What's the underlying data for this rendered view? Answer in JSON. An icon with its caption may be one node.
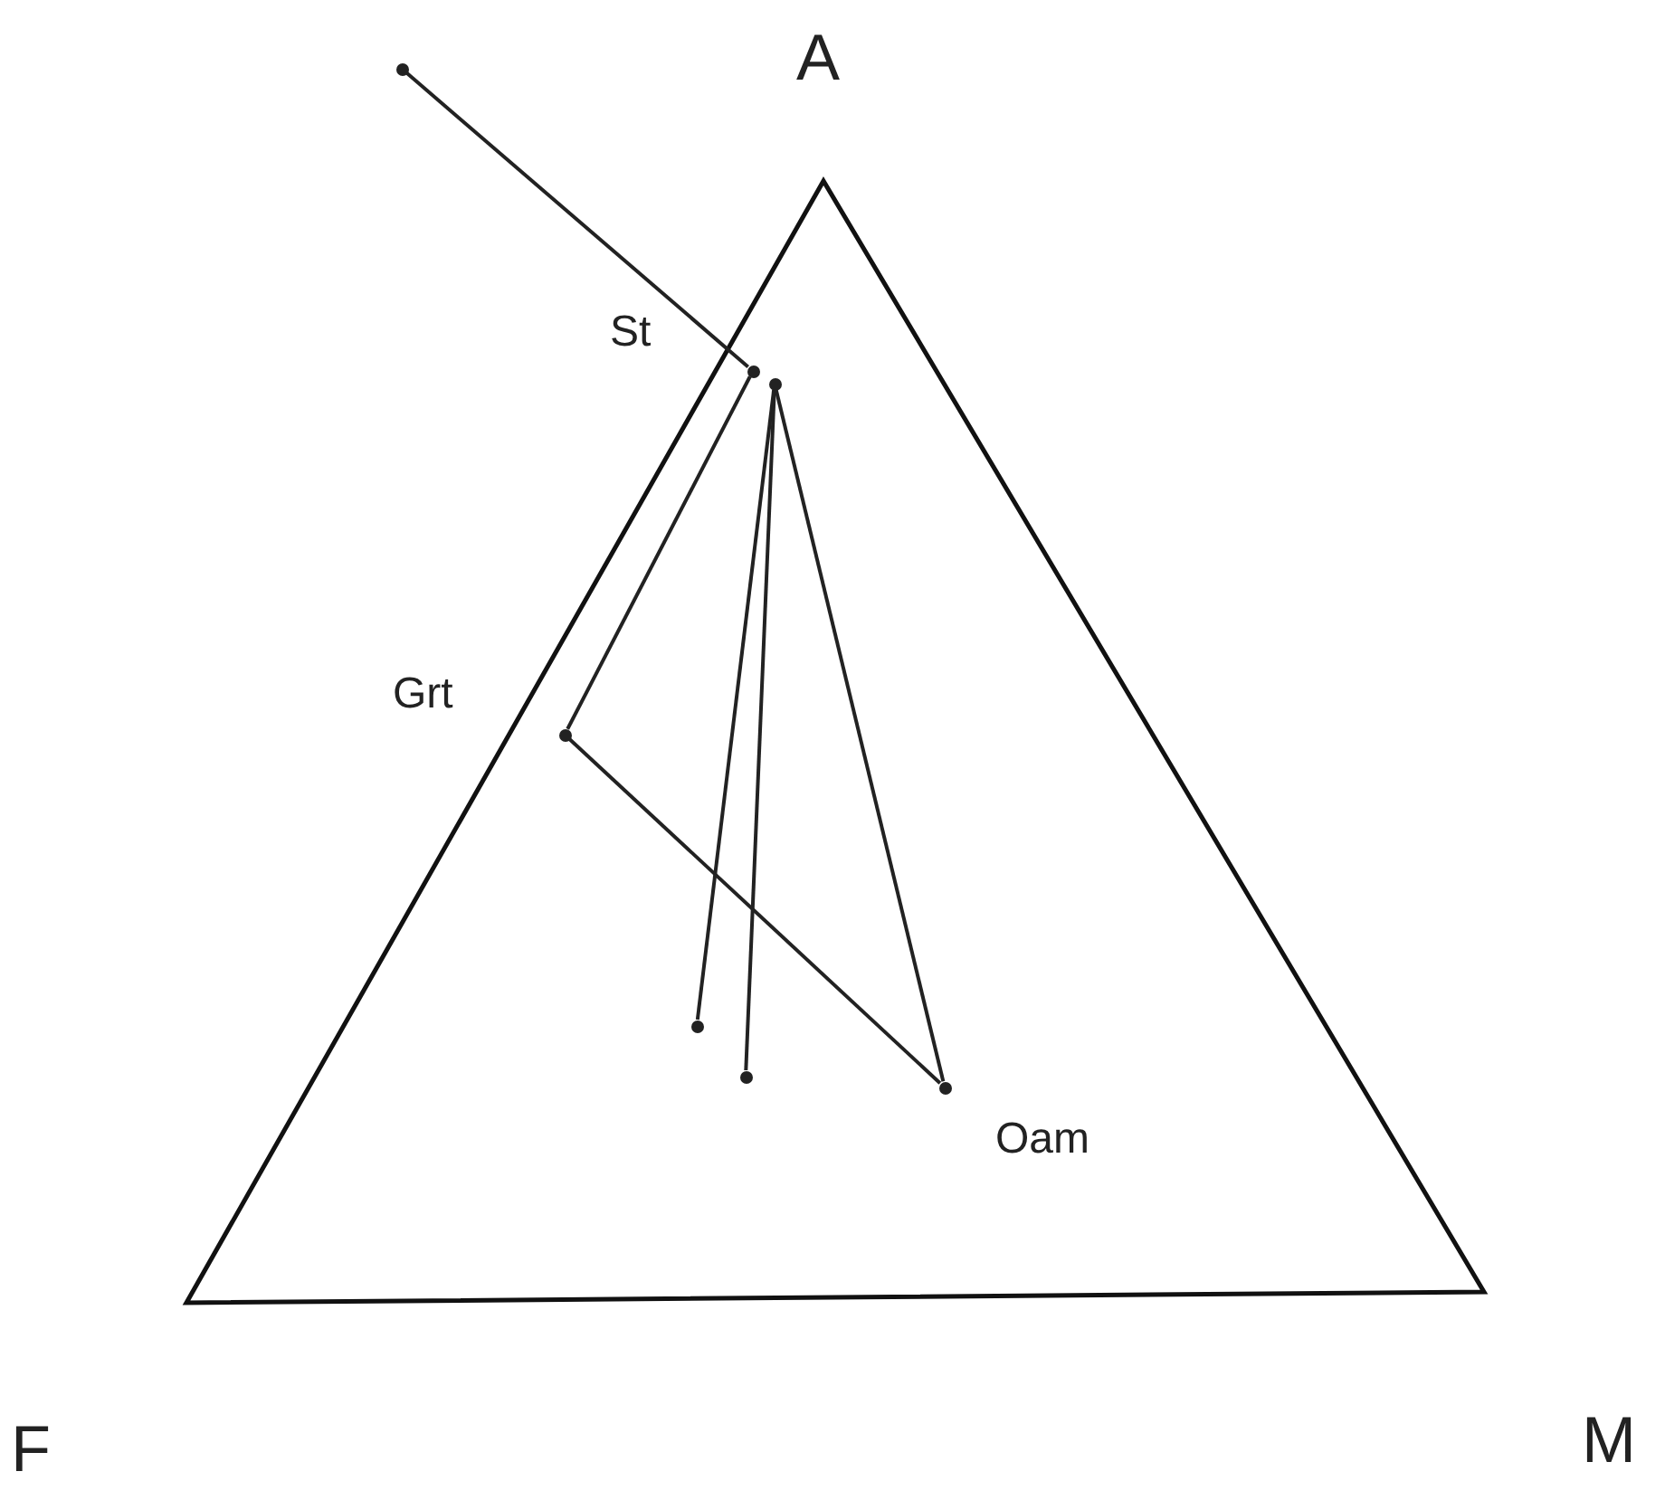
{
  "diagram": {
    "nodes": [
      {
        "text": [],
        "shape": "triangle"
      },
      {
        "text": [],
        "shape": "circle"
      },
      {
        "text": [],
        "shape": "circle",
        "beside": [
          "St"
        ],
        "in": 0
      },
      {
        "text": [],
        "shape": "circle",
        "in": 0
      },
      {
        "text": [],
        "shape": "circle",
        "beside": [
          "Grt"
        ],
        "in": 0
      },
      {
        "text": [],
        "shape": "circle",
        "in": 0
      },
      {
        "text": [],
        "shape": "circle",
        "in": 0
      },
      {
        "text": [],
        "shape": "circle",
        "beside": [
          "Oam"
        ],
        "in": 0
      }
    ],
    "edges": [
      {
        "from": 1,
        "to": 2,
        "arrow": "none"
      },
      {
        "from": 2,
        "to": 4,
        "arrow": "none"
      },
      {
        "from": 4,
        "to": 7,
        "arrow": "none"
      },
      {
        "from": 3,
        "to": 5,
        "arrow": "none"
      },
      {
        "from": 3,
        "to": 6,
        "arrow": "none"
      },
      {
        "from": 3,
        "to": 7,
        "arrow": "none"
      }
    ],
    "labels": [
      "A",
      "F",
      "M"
    ]
  }
}
